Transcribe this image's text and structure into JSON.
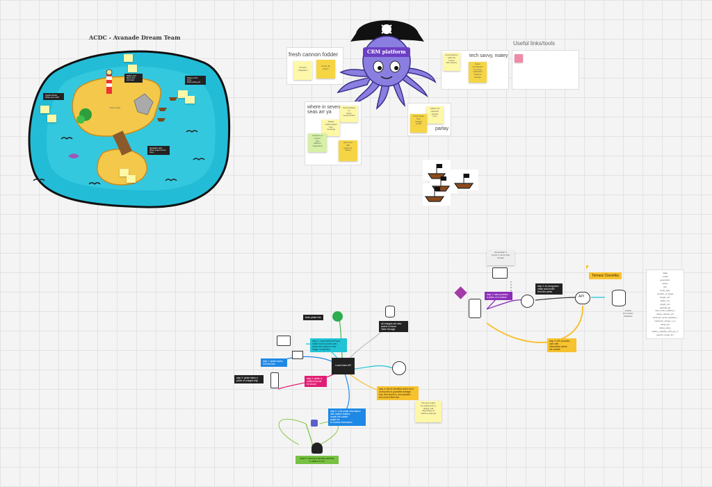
{
  "board": {
    "island_title": "ACDC - Avanade Dream Team",
    "island_labels": [
      "Captain Rocket\nWhat's your craft?",
      "Hidden gold\nShow us in\nyour team",
      "Pirates on the\nshore\nWhat tooling yet?",
      "Deep water",
      "Navigation cabin\nWhere project for the\nfuture"
    ],
    "fodder_title": "fresh cannon fodder",
    "fodder_notes": [
      "Smooth\nintegration",
      "Power BI\nplugin"
    ],
    "octopus_hat_text": "CRM platform",
    "tech_title": "tech savvy, matey",
    "tech_notes": [
      "and pipelines\nwhat the\nforces\nalso deploy",
      "better compliance\nby using\nreplication\nfeatures\nstorage"
    ],
    "useful_title": "Useful links/tools",
    "seas_title": "where in seven\nseas arr ya",
    "seas_notes": [
      "Real tracking\nvs\nfleets\nopportunities",
      "Dealer\nrelationships\nfrom\nmeetings",
      "cohesion of\nsystem\nand\nplatform\nsupporting",
      "We're live\nwith\nplugin for\nTeams"
    ],
    "parlay_title": "parlay",
    "parlay_notes": [
      "what's our\nquestion\nanswer\nfrom",
      "using plugin\nfrom\nchatgpt\nmodel"
    ],
    "fetch_label": "fetch pirate info",
    "storage_tag": "all changes are also\nstored in Azure\nTable Storage",
    "hub_label": "LeanGoNet API",
    "step3_tag": "step 3: LeanGoNet API and\nmatch from sources and\nsends the picture to the\nimage recognition",
    "step1_tag": "step 1: pirate scans\nthe barcode",
    "step2_tag": "step 2: pirate is\nnotified should\nbe shown",
    "step0_tag": "step 0: pirate takes a\nphoto of a target ship",
    "step4_tag": "step 4: ML/AI identifies which kind\nof ship this is (possible damage\netc), and stores it, and updates\nthe current fleet info",
    "step5_tag": "step 5: LLM pirate information\nwith related relative\nmodel info added\nplugin for\nto context information",
    "mini_note": "this step might\nbe replaced by a\nfacility, call\ndepending on\nmachine learned",
    "step6_tag": "step 6: someone decides whether\nto attack or not",
    "photo_note": "photograph is\nstored in azure blob\nstorage",
    "r_step1_tag": "step 1: user provides\na photo of a vehicle",
    "r_step2_tag": "step 2: AI recognizes\nmake and model\nfrom the photo",
    "r_step3_tag": "step 3: API provides\nuser with\ninformation about\nthe vehicle",
    "api_label": "API",
    "db_label": "vehicle\ninformation\ndatabase",
    "author": "Tomasz Ciesiolka",
    "fields": [
      "make",
      "model",
      "generation",
      "series",
      "trim",
      "body_type",
      "number_of_seats",
      "length_mm",
      "width_mm",
      "height_mm",
      "payload_kg",
      "max_trunk_capacity_l",
      "cargo_volume_m3",
      "minimum_trunk_capacity_l",
      "maximum_torque_n_m",
      "range_km",
      "rating_name",
      "battery_capacity_KW_per_h",
      "electric_range_km"
    ]
  },
  "colors": {
    "ocean": "#23bcd7",
    "octopus": "#8a7fe0",
    "grid": "#e2e2e2"
  }
}
